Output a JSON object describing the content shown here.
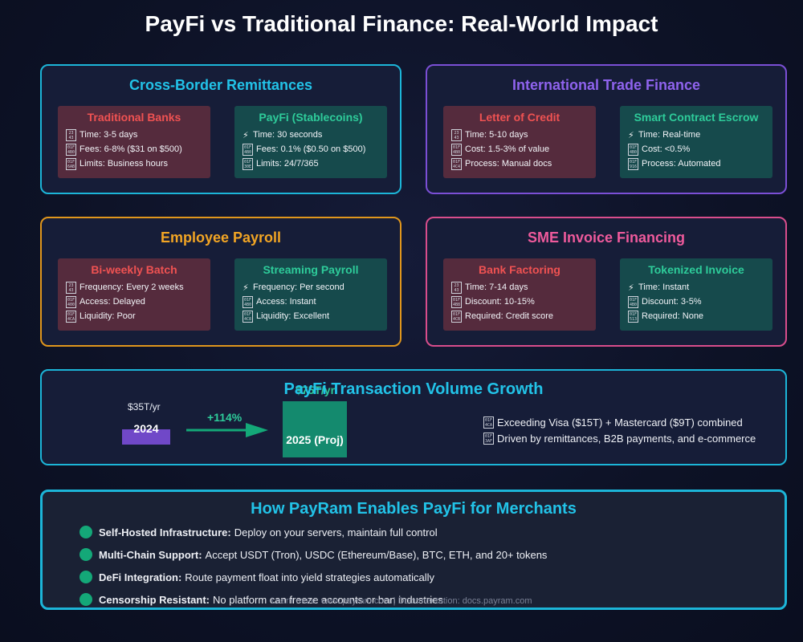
{
  "title": "PayFi vs Traditional Finance: Real-World Impact",
  "colors": {
    "remittance": "#1cb5d8",
    "trade": "#7b4fd6",
    "payroll": "#e0961c",
    "invoice": "#d94d8c",
    "traditional": "#f05252",
    "payfi": "#2ecc9a"
  },
  "panels": {
    "remittances": {
      "title": "Cross-Border Remittances",
      "left": {
        "title": "Traditional Banks",
        "rows": [
          {
            "icon": "calendar-icon",
            "glyph": "23\n43",
            "text": "Time: 3-5 days"
          },
          {
            "icon": "money-icon",
            "glyph": "01F\n4B0",
            "text": "Fees: 6-8% ($31 on $500)"
          },
          {
            "icon": "no-entry-icon",
            "glyph": "01F\n6AB",
            "text": "Limits: Business hours"
          }
        ]
      },
      "right": {
        "title": "PayFi (Stablecoins)",
        "rows": [
          {
            "icon": "lightning-icon",
            "text": "Time: 30 seconds"
          },
          {
            "icon": "money-icon",
            "glyph": "01F\n4B0",
            "text": "Fees: 0.1% ($0.50 on $500)"
          },
          {
            "icon": "globe-icon",
            "glyph": "01F\n30E",
            "text": "Limits: 24/7/365"
          }
        ]
      }
    },
    "trade": {
      "title": "International Trade Finance",
      "left": {
        "title": "Letter of Credit",
        "rows": [
          {
            "icon": "calendar-icon",
            "glyph": "23\n43",
            "text": "Time: 5-10 days"
          },
          {
            "icon": "money-icon",
            "glyph": "01F\n4B0",
            "text": "Cost: 1.5-3% of value"
          },
          {
            "icon": "document-icon",
            "glyph": "01F\n4C4",
            "text": "Process: Manual docs"
          }
        ]
      },
      "right": {
        "title": "Smart Contract Escrow",
        "rows": [
          {
            "icon": "lightning-icon",
            "text": "Time: Real-time"
          },
          {
            "icon": "money-icon",
            "glyph": "01F\n4B0",
            "text": "Cost: <0.5%"
          },
          {
            "icon": "robot-icon",
            "glyph": "01F\n916",
            "text": "Process: Automated"
          }
        ]
      }
    },
    "payroll": {
      "title": "Employee Payroll",
      "left": {
        "title": "Bi-weekly Batch",
        "rows": [
          {
            "icon": "calendar-icon",
            "glyph": "23\n43",
            "text": "Frequency: Every 2 weeks"
          },
          {
            "icon": "lock-icon",
            "glyph": "01F\n400",
            "text": "Access: Delayed"
          },
          {
            "icon": "chart-down-icon",
            "glyph": "01F\n4CA",
            "text": "Liquidity: Poor"
          }
        ]
      },
      "right": {
        "title": "Streaming Payroll",
        "rows": [
          {
            "icon": "lightning-icon",
            "text": "Frequency: Per second"
          },
          {
            "icon": "money-icon",
            "glyph": "01F\n4B0",
            "text": "Access: Instant"
          },
          {
            "icon": "chart-up-icon",
            "glyph": "01F\n4C8",
            "text": "Liquidity: Excellent"
          }
        ]
      }
    },
    "invoice": {
      "title": "SME Invoice Financing",
      "left": {
        "title": "Bank Factoring",
        "rows": [
          {
            "icon": "calendar-icon",
            "glyph": "23\n43",
            "text": "Time: 7-14 days"
          },
          {
            "icon": "money-icon",
            "glyph": "01F\n4B8",
            "text": "Discount: 10-15%"
          },
          {
            "icon": "clipboard-icon",
            "glyph": "01F\n4CB",
            "text": "Required: Credit score"
          }
        ]
      },
      "right": {
        "title": "Tokenized Invoice",
        "rows": [
          {
            "icon": "lightning-icon",
            "text": "Time: Instant"
          },
          {
            "icon": "money-icon",
            "glyph": "01F\n4B0",
            "text": "Discount: 3-5%"
          },
          {
            "icon": "unlock-icon",
            "glyph": "01F\n513",
            "text": "Required: None"
          }
        ]
      }
    }
  },
  "growth": {
    "title": "PayFi Transaction Volume Growth",
    "bar_2024": {
      "label": "2024",
      "value_label": "$35T/yr",
      "value": 35
    },
    "bar_2025": {
      "label": "2025 (Proj)",
      "value_label": "$75T/yr",
      "value": 75
    },
    "change_label": "+114%",
    "notes": [
      {
        "icon": "chart-icon",
        "glyph": "01F\n4CA",
        "text": "Exceeding Visa ($15T) + Mastercard ($9T) combined"
      },
      {
        "icon": "target-icon",
        "glyph": "01F\n3AF",
        "text": "Driven by remittances, B2B payments, and e-commerce"
      }
    ]
  },
  "merchant": {
    "title": "How PayRam Enables PayFi for Merchants",
    "features": [
      {
        "label": "Self-Hosted Infrastructure:",
        "text": "Deploy on your servers, maintain full control"
      },
      {
        "label": "Multi-Chain Support:",
        "text": "Accept USDT (Tron), USDC (Ethereum/Base), BTC, ETH, and 20+ tokens"
      },
      {
        "label": "DeFi Integration:",
        "text": "Route payment float into yield strategies automatically"
      },
      {
        "label": "Censorship Resistant:",
        "text": "No platform can freeze accounts or ban industries"
      }
    ]
  },
  "footer": "Learn more: www.payram.com | Documentation: docs.payram.com"
}
